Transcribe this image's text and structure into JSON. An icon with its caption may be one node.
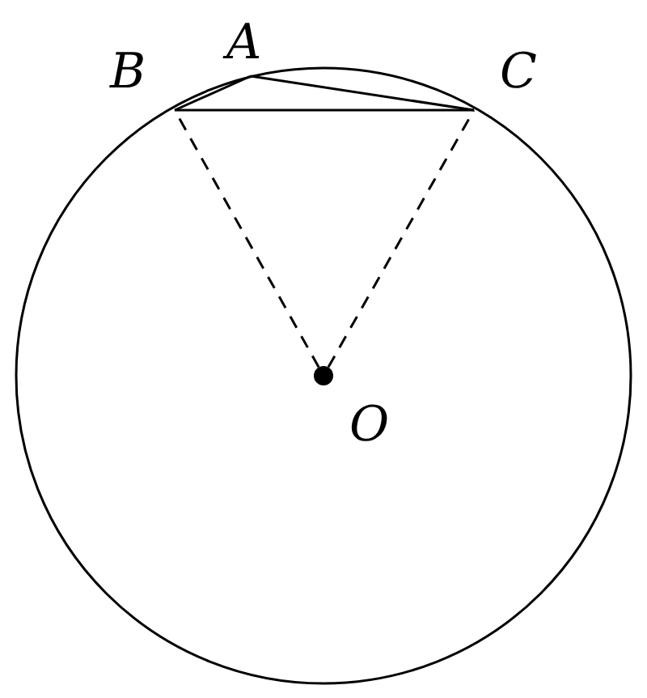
{
  "diagram": {
    "nodes": [
      {
        "text": [
          "B"
        ]
      },
      {
        "text": [
          "A"
        ]
      },
      {
        "text": [
          "C"
        ]
      },
      {
        "text": [
          "O"
        ]
      }
    ],
    "edges": [
      {
        "from": 0,
        "to": 1,
        "arrow": "none"
      },
      {
        "from": 1,
        "to": 2,
        "arrow": "none"
      },
      {
        "from": 0,
        "to": 2,
        "arrow": "none"
      },
      {
        "from": 3,
        "to": 0,
        "arrow": "none",
        "style": "dashed"
      },
      {
        "from": 3,
        "to": 2,
        "arrow": "none",
        "style": "dashed"
      }
    ]
  }
}
